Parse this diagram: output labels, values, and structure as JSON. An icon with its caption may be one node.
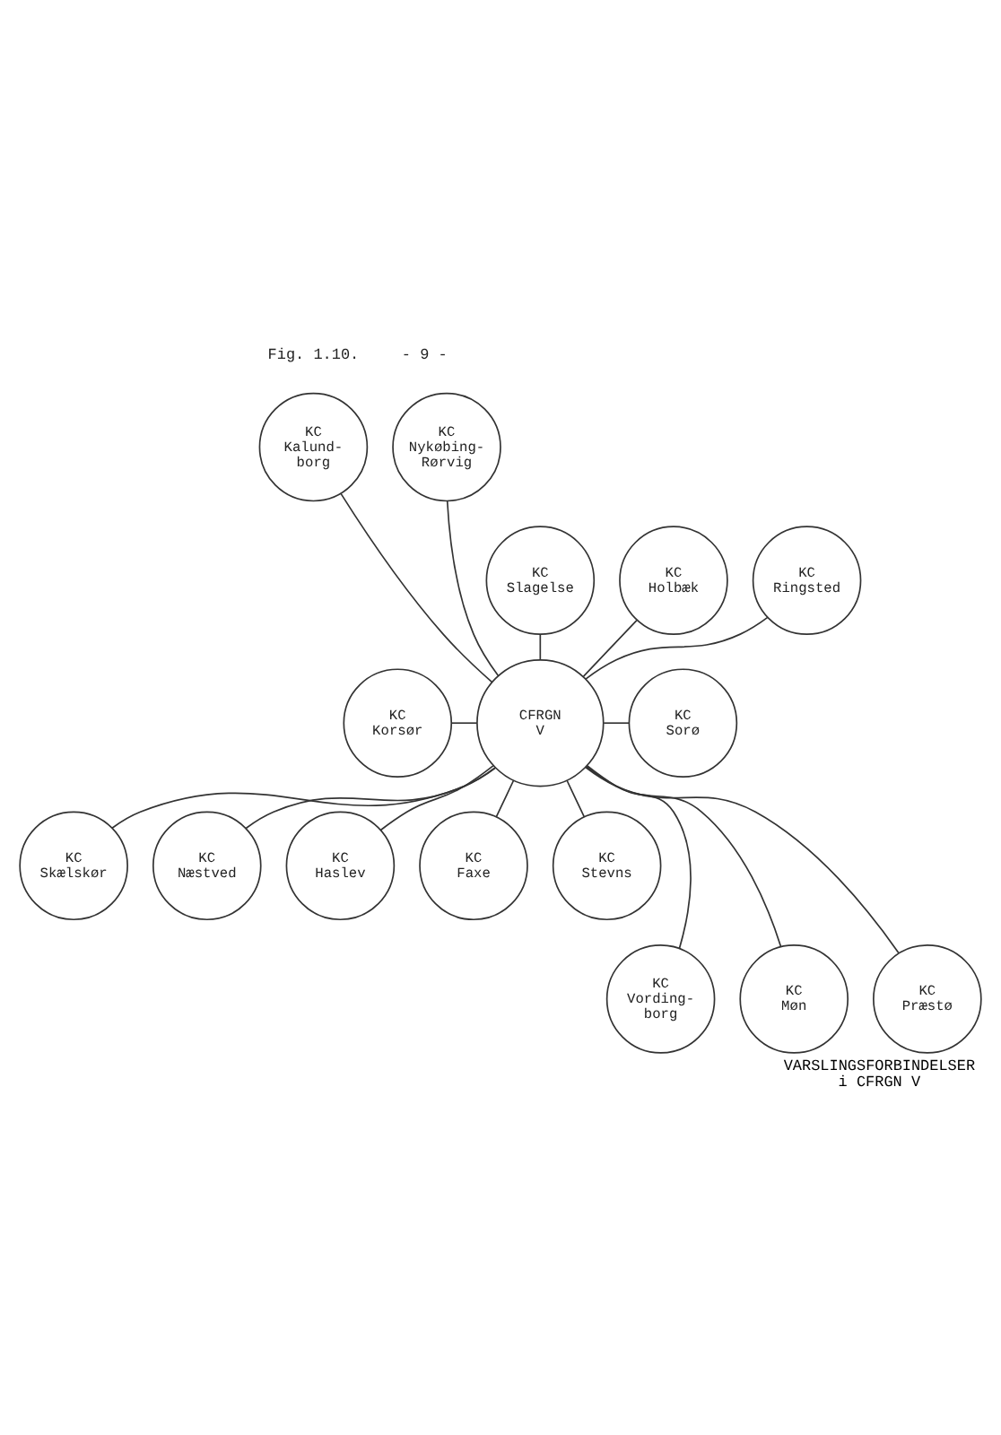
{
  "diagram": {
    "caption": "VARSLINGSFORBINDELSER i CFRGN V",
    "nodes": [
      {
        "text": [
          "KC Kalund- borg"
        ]
      },
      {
        "text": [
          "KC Nykøbing- Rørvig"
        ]
      },
      {
        "text": [
          "KC Holbæk"
        ]
      },
      {
        "text": [
          "KC Slagelse"
        ]
      },
      {
        "text": [
          "KC Korsør"
        ]
      },
      {
        "text": [
          "CFRGN V"
        ]
      },
      {
        "text": [
          "KC Sorø"
        ]
      },
      {
        "text": [
          "KC Ringsted"
        ]
      },
      {
        "text": [
          "KC Skælskør"
        ]
      },
      {
        "text": [
          "KC Næstved"
        ]
      },
      {
        "text": [
          "KC Haslev"
        ]
      },
      {
        "text": [
          "KC Faxe"
        ]
      },
      {
        "text": [
          "KC Stevns"
        ]
      },
      {
        "text": [
          "KC Præstø"
        ]
      },
      {
        "text": [
          "KC Vording- borg"
        ]
      },
      {
        "text": [
          "KC Møn"
        ]
      }
    ],
    "edges": [
      {
        "from": 0,
        "to": 5,
        "arrow": "none"
      },
      {
        "from": 1,
        "to": 5,
        "arrow": "none"
      },
      {
        "from": 2,
        "to": 5,
        "arrow": "none"
      },
      {
        "from": 3,
        "to": 5,
        "arrow": "none"
      },
      {
        "from": 4,
        "to": 5,
        "arrow": "none"
      },
      {
        "from": 5,
        "to": 6,
        "arrow": "none"
      },
      {
        "from": 7,
        "to": 5,
        "arrow": "none"
      },
      {
        "from": 5,
        "to": 8,
        "arrow": "none"
      },
      {
        "from": 5,
        "to": 9,
        "arrow": "none"
      },
      {
        "from": 5,
        "to": 10,
        "arrow": "none"
      },
      {
        "from": 5,
        "to": 11,
        "arrow": "none"
      },
      {
        "from": 5,
        "to": 12,
        "arrow": "none"
      },
      {
        "from": 5,
        "to": 13,
        "arrow": "none"
      },
      {
        "from": 5,
        "to": 14,
        "arrow": "none"
      },
      {
        "from": 5,
        "to": 15,
        "arrow": "none"
      }
    ],
    "labels": [
      "- 9 -",
      "Fig. 1.10."
    ]
  }
}
